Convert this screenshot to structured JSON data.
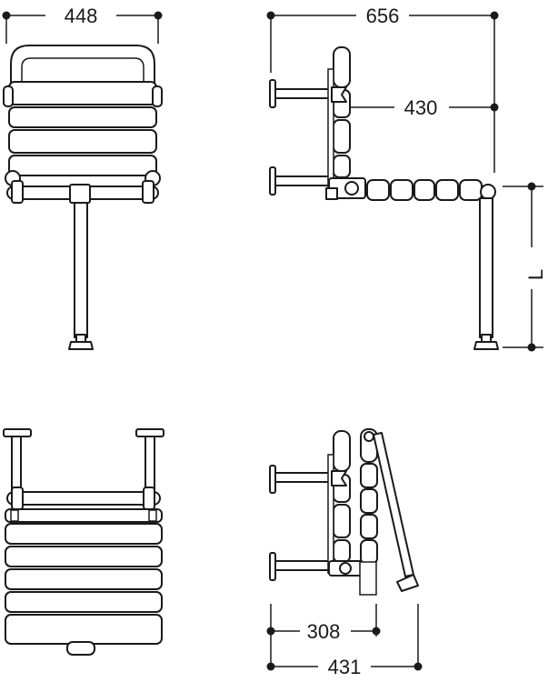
{
  "dimensions": {
    "front_width": "448",
    "side_depth_total": "656",
    "side_wall_to_post": "430",
    "leg_length": "L",
    "folded_depth_inner": "308",
    "folded_depth_outer": "431"
  },
  "colors": {
    "line": "#1a1a1a",
    "background": "#ffffff"
  }
}
